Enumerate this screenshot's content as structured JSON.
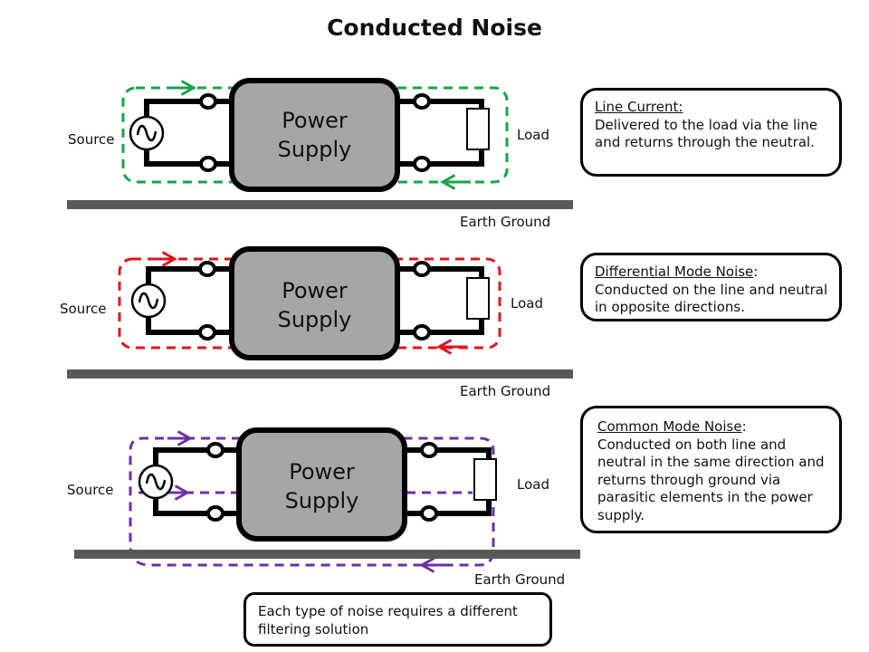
{
  "title": "Conducted Noise",
  "colors": {
    "line_current": "#1aa34a",
    "differential_mode": "#e0141e",
    "common_mode": "#7030a0",
    "power_supply_fill": "#a6a6a6",
    "ground_bar": "#595959"
  },
  "diagrams": [
    {
      "id": "line-current",
      "source_label": "Source",
      "block_label_line1": "Power",
      "block_label_line2": "Supply",
      "load_label": "Load",
      "ground_label": "Earth Ground",
      "description": {
        "heading": "Line Current:",
        "body": "Delivered to the load via the line and returns through the neutral."
      }
    },
    {
      "id": "differential-mode",
      "source_label": "Source",
      "block_label_line1": "Power",
      "block_label_line2": "Supply",
      "load_label": "Load",
      "ground_label": "Earth Ground",
      "description": {
        "heading": "Differential Mode Noise",
        "heading_suffix": ":",
        "body": "Conducted on the line and neutral in opposite directions."
      }
    },
    {
      "id": "common-mode",
      "source_label": "Source",
      "block_label_line1": "Power",
      "block_label_line2": "Supply",
      "load_label": "Load",
      "ground_label": "Earth Ground",
      "description": {
        "heading": "Common Mode Noise",
        "heading_suffix": ":",
        "body": "Conducted on both line and neutral in the same direction and returns through ground via parasitic elements in the power supply."
      }
    }
  ],
  "footer_note": "Each type of noise requires a different filtering solution",
  "icons": {
    "ac_source": "ac-source-icon",
    "resistor": "load-resistor-icon",
    "terminal": "terminal-icon",
    "arrow": "current-arrow-icon"
  }
}
